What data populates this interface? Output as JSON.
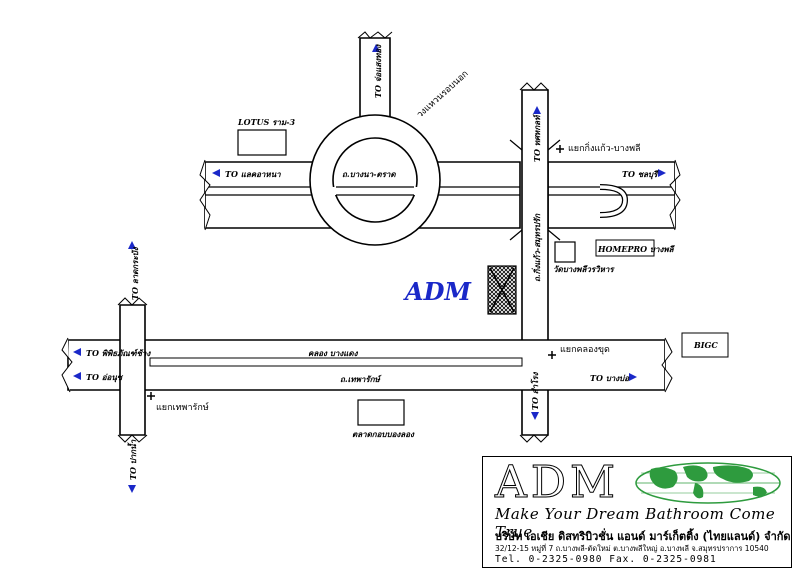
{
  "map": {
    "labels": {
      "to_north_top": "TO จ่อแสงทอง",
      "ring_road": "วงแหวนรอบนอก",
      "lotus": "LOTUS ราม-3",
      "to_west_top": "TO แลคอาหนา",
      "road_bangna_trad": "ถ.บางนา-ตราด",
      "to_kingkaew": "TO ทศหกลท์",
      "kingkaew_junction": "แยกกิ่งแก้ว-บางพลี",
      "to_east_top": "TO ชลบุรี",
      "road_kingkaew": "ถ.กิ่งแก้ว-สมุทรปรัก",
      "homepro": "HOMEPRO บางพลี",
      "temple": "วัดบางพลีวรวิหาร",
      "adm": "ADM",
      "to_north_left": "TO ลาดกระบัง",
      "to_west_mid": "TO พิพิธภัณฑ์ช้าง",
      "khlong": "คลอง บางแดง",
      "to_west_low": "TO อ่อนุช",
      "road_theparak": "ถ.เทพารักษ์",
      "tepharak_junction": "แยกเทพารักษ์",
      "bigc": "BIGC",
      "khlong_junction": "แยกคลองขุด",
      "to_east_low": "TO บางบ่อ",
      "to_south_mid": "TO สำโรง",
      "to_south_left": "TO ปากน้ำ",
      "building_bottom": "ตลาดกอบบองลอง"
    },
    "colors": {
      "arrow": "#1a28c8",
      "adm_text": "#1a28c8",
      "globe": "#2e9b3e"
    }
  },
  "logo": {
    "brand": "ADM",
    "slogan": "Make Your Dream Bathroom Come True",
    "company": "บริษัท เอเชีย ดิสทริบิวชั่น แอนด์ มาร์เก็ตติ้ง (ไทยแลนด์) จำกัด",
    "address": "32/12-15 หมู่ที่ 7 ถ.บางพลี-ตัดใหม่ ต.บางพลีใหญ่ อ.บางพลี จ.สมุทรปราการ 10540",
    "phones": "Tel. 0-2325-0980   Fax. 0-2325-0981"
  }
}
